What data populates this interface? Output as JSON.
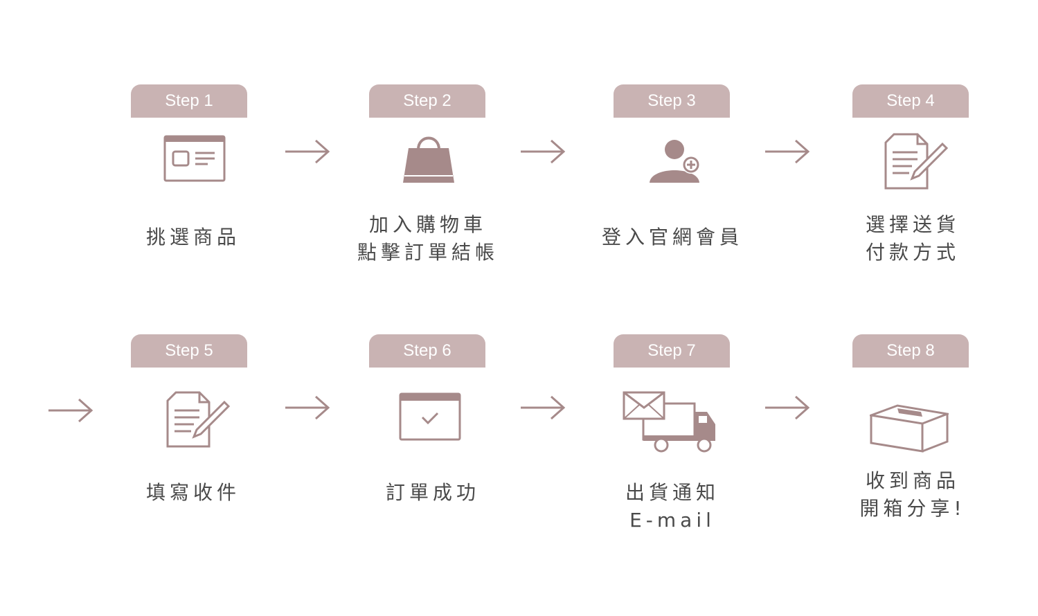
{
  "colors": {
    "accent": "#c9b3b3",
    "icon": "#a68a8a",
    "text": "#4a4a4a"
  },
  "steps": [
    {
      "tab": "Step 1",
      "icon": "browser-window-icon",
      "lines": [
        "挑選商品"
      ]
    },
    {
      "tab": "Step 2",
      "icon": "shopping-bag-icon",
      "lines": [
        "加入購物車",
        "點擊訂單結帳"
      ]
    },
    {
      "tab": "Step 3",
      "icon": "user-add-icon",
      "lines": [
        "登入官網會員"
      ]
    },
    {
      "tab": "Step 4",
      "icon": "document-pen-icon",
      "lines": [
        "選擇送貨",
        "付款方式"
      ]
    },
    {
      "tab": "Step 5",
      "icon": "document-pen-icon",
      "lines": [
        "填寫收件"
      ]
    },
    {
      "tab": "Step 6",
      "icon": "calendar-check-icon",
      "lines": [
        "訂單成功"
      ]
    },
    {
      "tab": "Step 7",
      "icon": "mail-truck-icon",
      "lines": [
        "出貨通知",
        "E-mail"
      ]
    },
    {
      "tab": "Step 8",
      "icon": "box-icon",
      "lines": [
        "收到商品",
        "開箱分享!"
      ]
    }
  ],
  "arrows": [
    "arrow-right-icon",
    "arrow-right-icon",
    "arrow-right-icon",
    "arrow-right-icon",
    "arrow-right-icon",
    "arrow-right-icon",
    "arrow-right-icon"
  ]
}
